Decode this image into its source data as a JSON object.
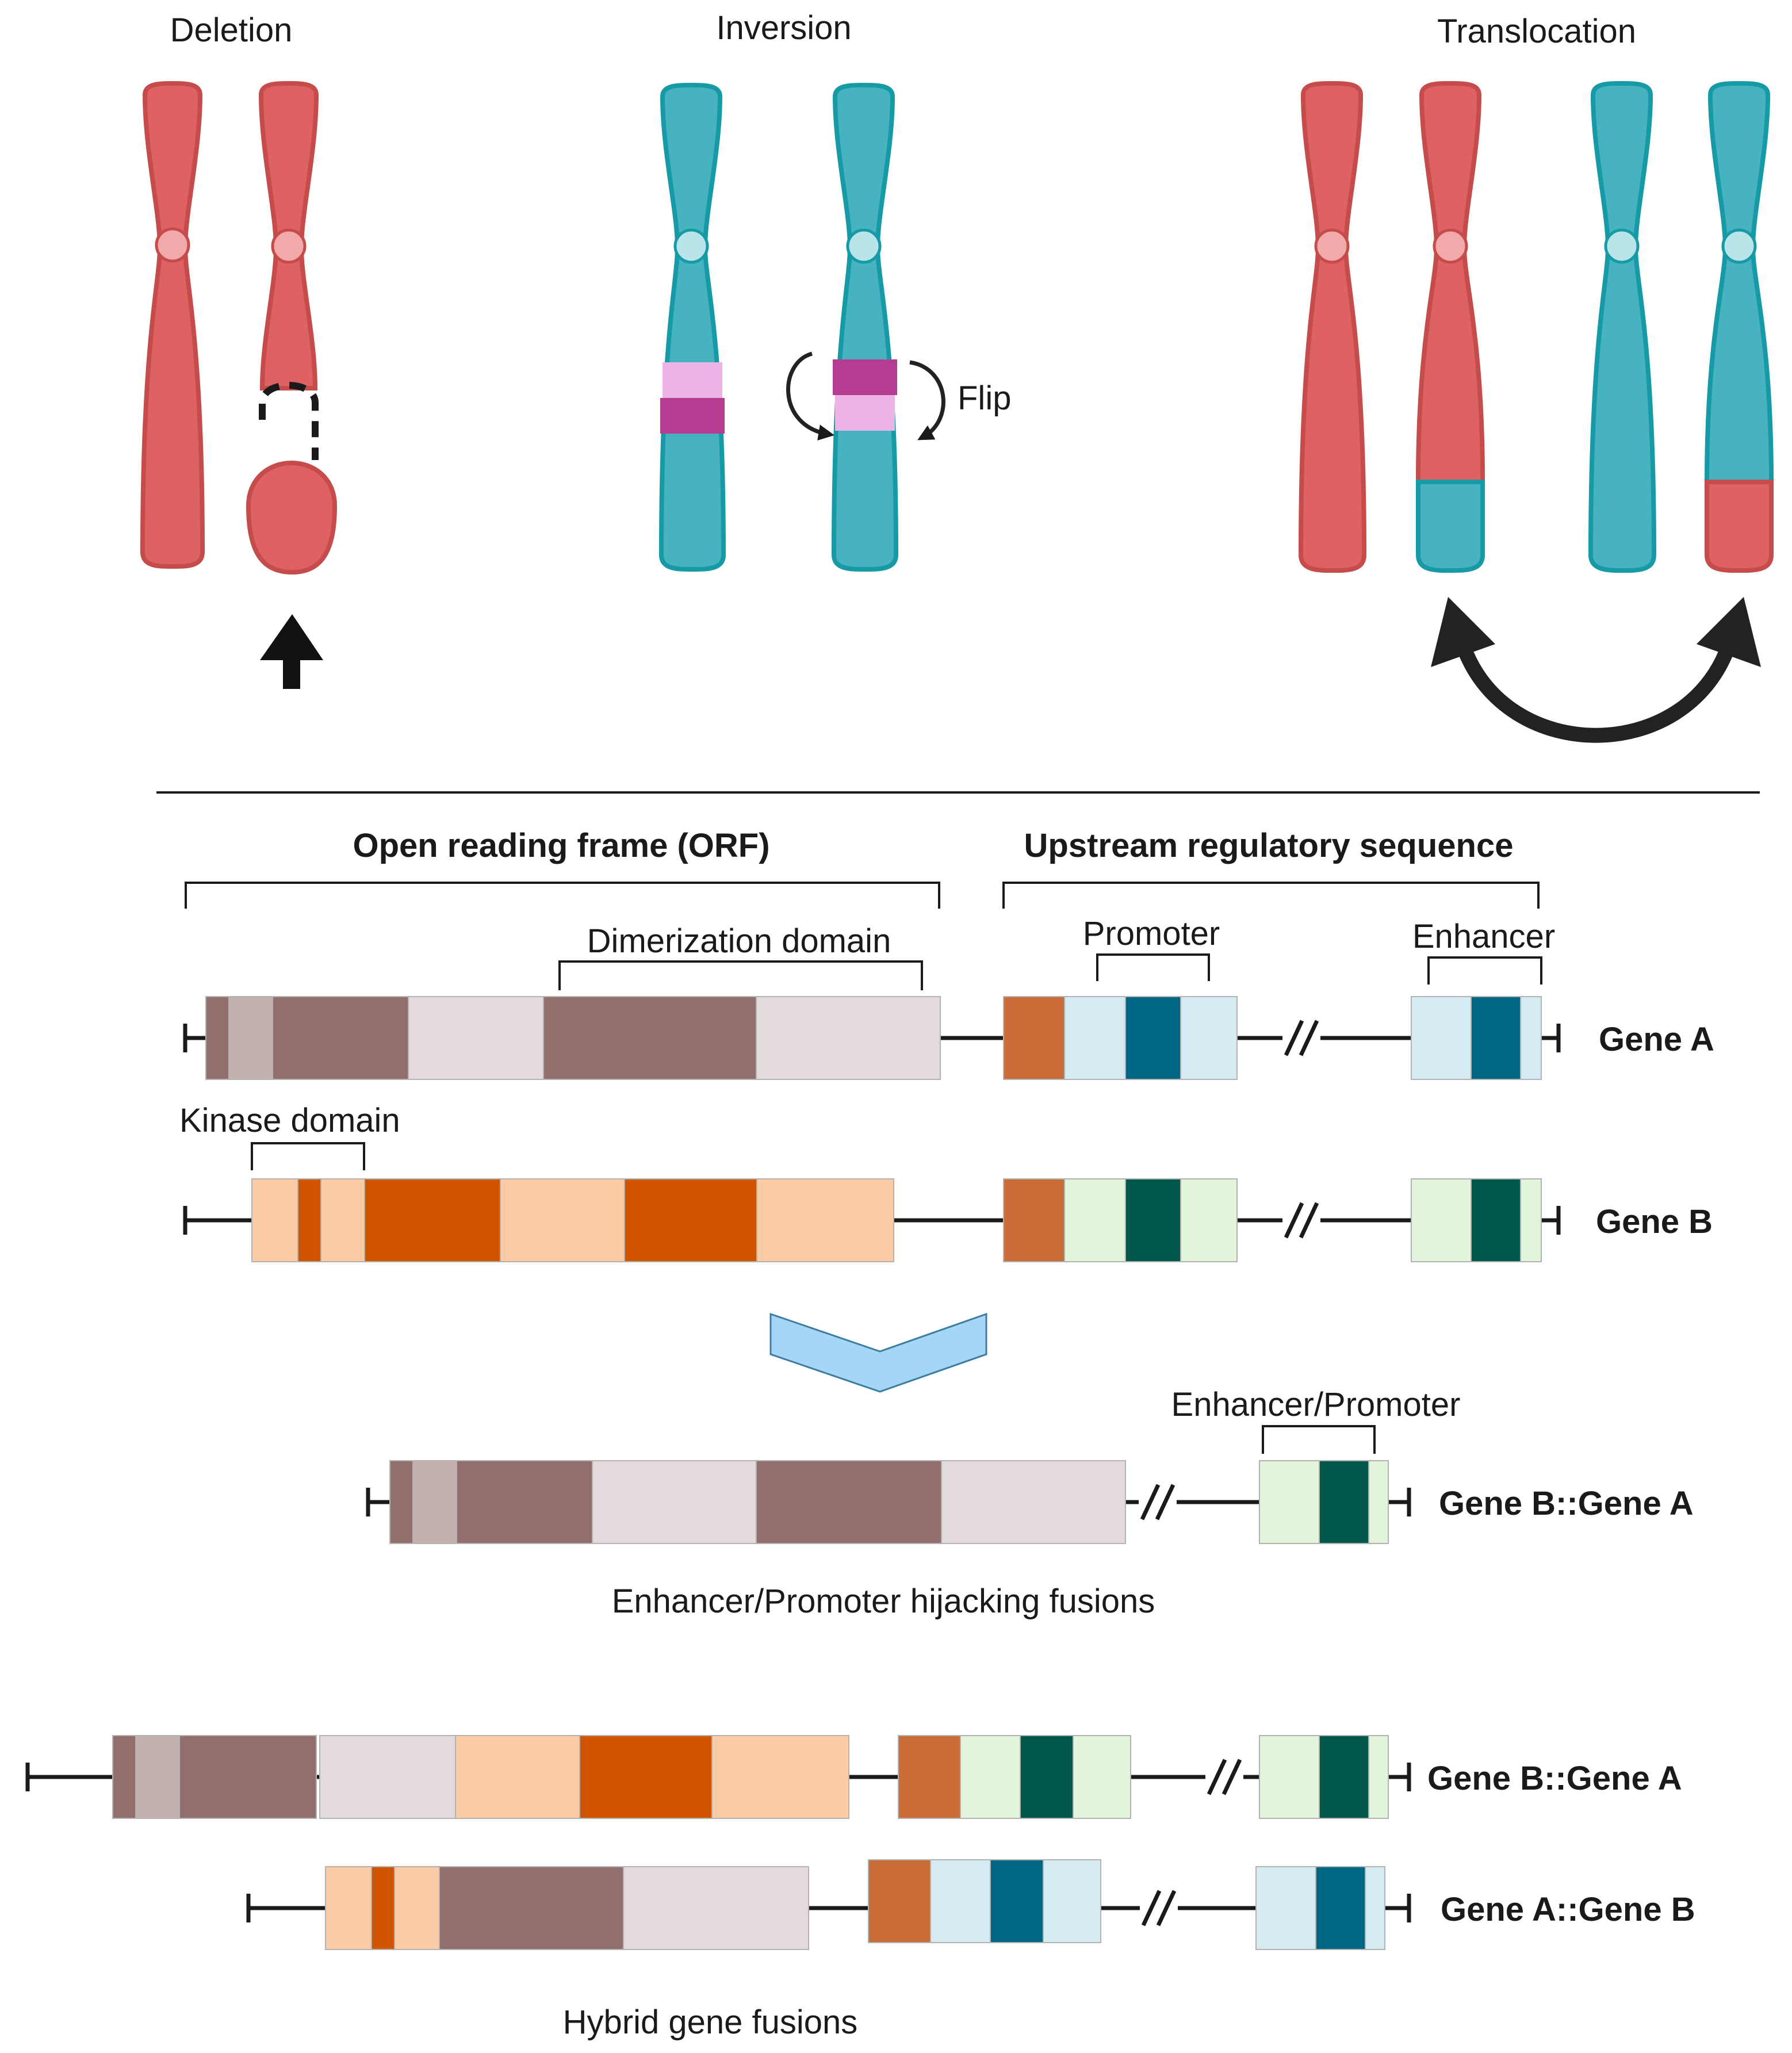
{
  "colors": {
    "red_chromosome": "#df6262",
    "red_chromosome_dark": "#c64b4b",
    "teal_chromosome": "#48b3c0",
    "teal_chromosome_dark": "#169aa6",
    "inversion_light": "#ebb3e6",
    "inversion_dark": "#b43d91",
    "geneA_dark": "#926f6c",
    "geneA_mid": "#c4b0ae",
    "geneA_light": "#e3dadb",
    "geneB_dark": "#d15401",
    "geneB_light": "#fdcba6",
    "upstream_orange": "#ca6c38",
    "promA_light": "#d4ebf2",
    "promA_dark": "#006483",
    "promB_light": "#e3f4dc",
    "promB_dark": "#00574a",
    "chevron": "#a6d6f5"
  },
  "panel_top": {
    "deletion_label": "Deletion",
    "inversion_label": "Inversion",
    "flip_label": "Flip",
    "translocation_label": "Translocation"
  },
  "panel_bottom": {
    "orf_header": "Open reading frame (ORF)",
    "upstream_header": "Upstream regulatory sequence",
    "dimerization_label": "Dimerization domain",
    "promoter_label": "Promoter",
    "enhancer_label": "Enhancer",
    "kinase_label": "Kinase domain",
    "gene_a_label": "Gene A",
    "gene_b_label": "Gene B",
    "enhancer_promoter_label": "Enhancer/Promoter",
    "fusion1_label": "Gene B::Gene A",
    "hijacking_caption": "Enhancer/Promoter hijacking fusions",
    "fusion2_label": "Gene B::Gene A",
    "fusion3_label": "Gene A::Gene B",
    "hybrid_caption": "Hybrid gene fusions"
  }
}
